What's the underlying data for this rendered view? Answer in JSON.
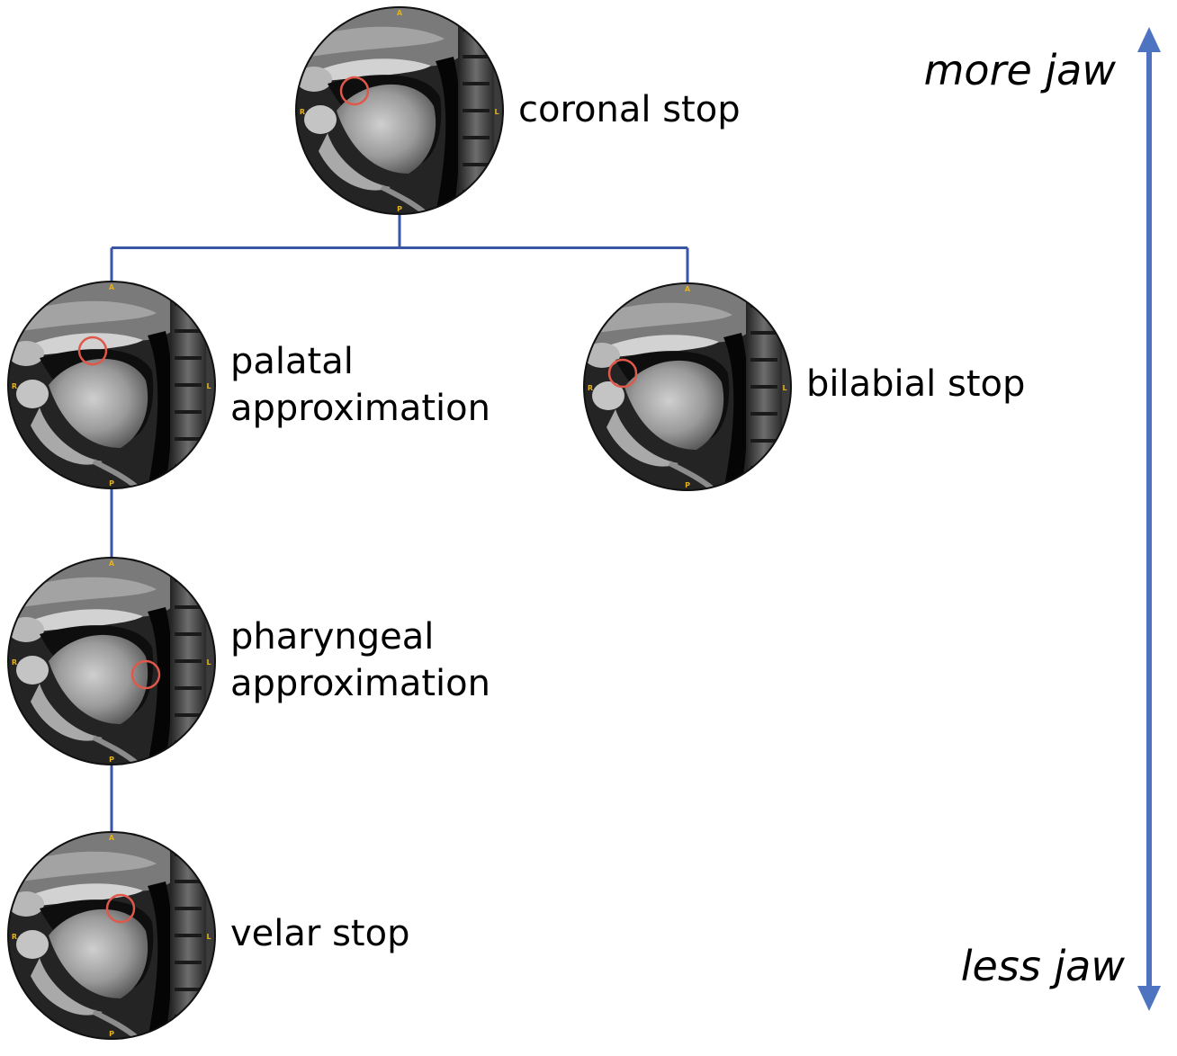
{
  "colors": {
    "connector": "#3a55a4",
    "arrow": "#4e73c0",
    "highlight_circle": "#e0584a",
    "orientation_marker": "#e3b21b"
  },
  "orientation_markers": {
    "top": "A",
    "bottom": "P",
    "left": "R",
    "right": "L"
  },
  "axis": {
    "top_label": "more jaw",
    "bottom_label": "less jaw"
  },
  "nodes": [
    {
      "id": "coronal",
      "label_lines": [
        "coronal stop"
      ]
    },
    {
      "id": "palatal",
      "label_lines": [
        "palatal",
        "approximation"
      ]
    },
    {
      "id": "bilabial",
      "label_lines": [
        "bilabial stop"
      ]
    },
    {
      "id": "pharyngeal",
      "label_lines": [
        "pharyngeal",
        "approximation"
      ]
    },
    {
      "id": "velar",
      "label_lines": [
        "velar stop"
      ]
    }
  ],
  "edges": [
    {
      "from": "coronal",
      "to": "palatal"
    },
    {
      "from": "coronal",
      "to": "bilabial"
    },
    {
      "from": "palatal",
      "to": "pharyngeal"
    },
    {
      "from": "pharyngeal",
      "to": "velar"
    }
  ]
}
